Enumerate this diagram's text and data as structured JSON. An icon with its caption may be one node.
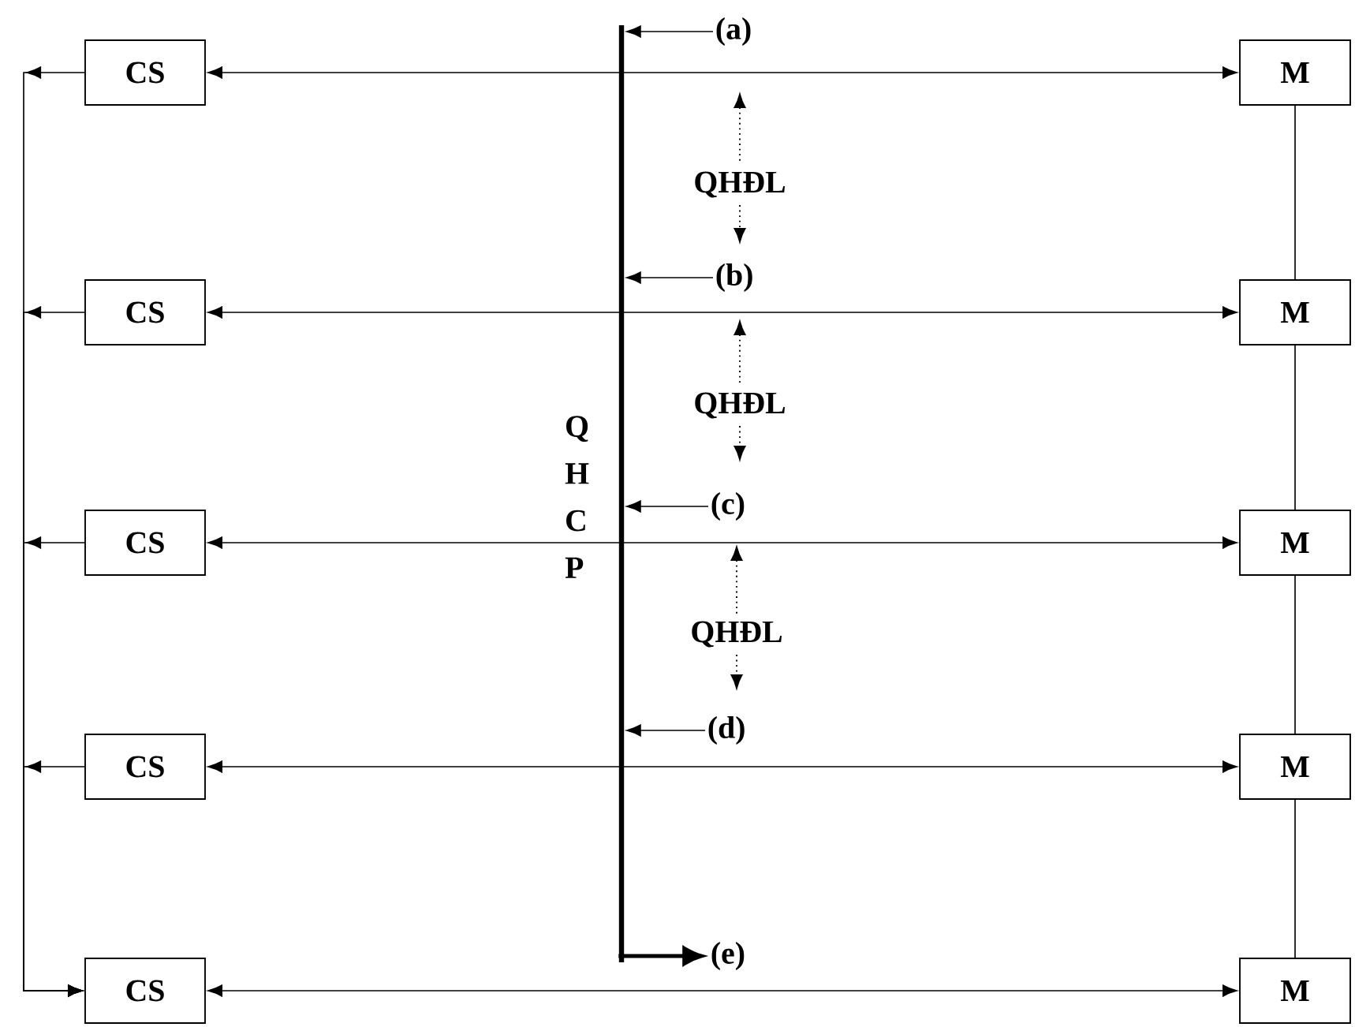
{
  "diagram": {
    "nodes": [
      {
        "text": [
          "CS"
        ]
      },
      {
        "text": [
          "CS"
        ]
      },
      {
        "text": [
          "CS"
        ]
      },
      {
        "text": [
          "CS"
        ]
      },
      {
        "text": [
          "CS"
        ]
      },
      {
        "text": [
          "M"
        ]
      },
      {
        "text": [
          "M"
        ]
      },
      {
        "text": [
          "M"
        ]
      },
      {
        "text": [
          "M"
        ]
      },
      {
        "text": [
          "M"
        ]
      },
      {
        "text": [],
        "shape": "bar",
        "beside": [
          "Q H C P"
        ]
      },
      {
        "text": [
          "(a)"
        ]
      },
      {
        "text": [
          "(b)"
        ]
      },
      {
        "text": [
          "(c)"
        ]
      },
      {
        "text": [
          "(d)"
        ]
      },
      {
        "text": [
          "(e)"
        ]
      }
    ],
    "edges": [
      {
        "from": 0,
        "to": 5,
        "arrow": "both"
      },
      {
        "from": 1,
        "to": 6,
        "arrow": "both"
      },
      {
        "from": 2,
        "to": 7,
        "arrow": "both"
      },
      {
        "from": 3,
        "to": 8,
        "arrow": "both"
      },
      {
        "from": 4,
        "to": 9,
        "arrow": "both"
      },
      {
        "from": 0,
        "to": 4,
        "arrow": "to"
      },
      {
        "from": 1,
        "to": 4,
        "arrow": "to"
      },
      {
        "from": 2,
        "to": 4,
        "arrow": "to"
      },
      {
        "from": 3,
        "to": 4,
        "arrow": "to"
      },
      {
        "from": 5,
        "to": 6,
        "arrow": "none"
      },
      {
        "from": 6,
        "to": 7,
        "arrow": "none"
      },
      {
        "from": 7,
        "to": 8,
        "arrow": "none"
      },
      {
        "from": 8,
        "to": 9,
        "arrow": "none"
      },
      {
        "from": 11,
        "to": 10,
        "arrow": "to"
      },
      {
        "from": 12,
        "to": 10,
        "arrow": "to"
      },
      {
        "from": 13,
        "to": 10,
        "arrow": "to"
      },
      {
        "from": 14,
        "to": 10,
        "arrow": "to"
      },
      {
        "from": 10,
        "to": 15,
        "arrow": "to",
        "style": "thick"
      }
    ],
    "labels": [
      "QHĐL",
      "QHĐL",
      "QHĐL"
    ]
  }
}
